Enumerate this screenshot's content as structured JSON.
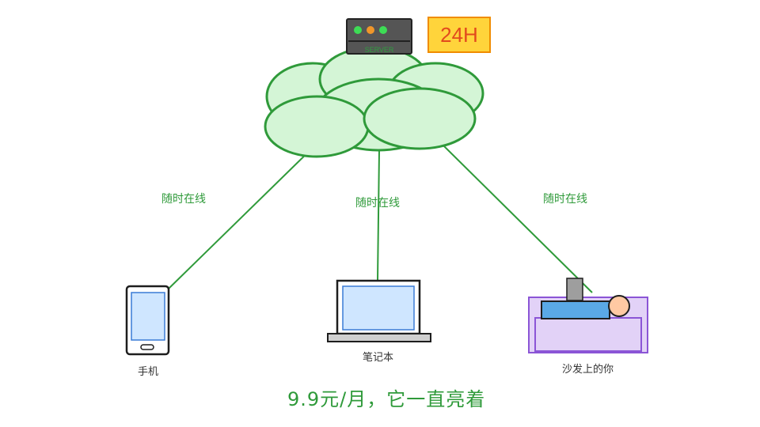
{
  "server": {
    "label": "SERVER",
    "light_colors": [
      "#3ddc55",
      "#f0962a",
      "#3ddc55"
    ]
  },
  "badge": {
    "text": "24H"
  },
  "links": [
    {
      "label": "随时在线"
    },
    {
      "label": "随时在线"
    },
    {
      "label": "随时在线"
    }
  ],
  "devices": {
    "phone": {
      "label": "手机"
    },
    "laptop": {
      "label": "笔记本"
    },
    "sofa": {
      "label": "沙发上的你"
    }
  },
  "headline": "9.9元/月，它一直亮着",
  "colors": {
    "accent_green": "#2f9a3a",
    "cloud_fill": "#d4f5d6",
    "screen_fill": "#cfe6ff",
    "sofa_fill": "#e2d2f7",
    "sofa_stroke": "#8b55d6",
    "badge_fill": "#ffd43b",
    "badge_stroke": "#f08c00"
  }
}
